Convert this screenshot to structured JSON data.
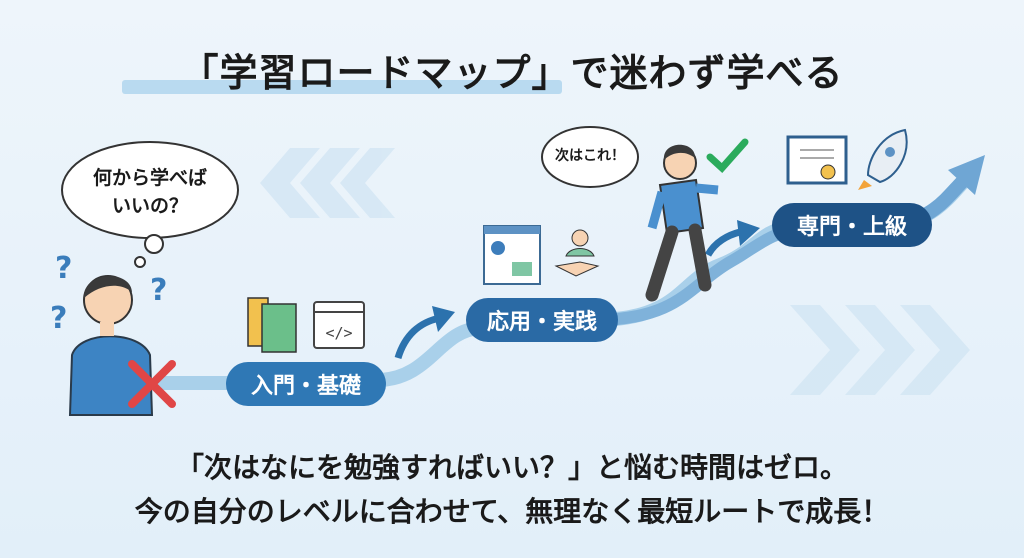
{
  "title": "「学習ロードマップ」で迷わず学べる",
  "thought_bubble": {
    "line1": "何から学べば",
    "line2": "いいの？"
  },
  "speech_bubble": "次はこれ！",
  "stages": [
    {
      "label": "入門・基礎",
      "color": "#2f78b5"
    },
    {
      "label": "応用・実践",
      "color": "#2a6aa5"
    },
    {
      "label": "専門・上級",
      "color": "#1e5286"
    }
  ],
  "bottom_text": {
    "line1": "「次はなにを勉強すればいい？」と悩む時間はゼロ。",
    "line2": "今の自分のレベルに合わせて、無理なく最短ルートで成長！"
  }
}
